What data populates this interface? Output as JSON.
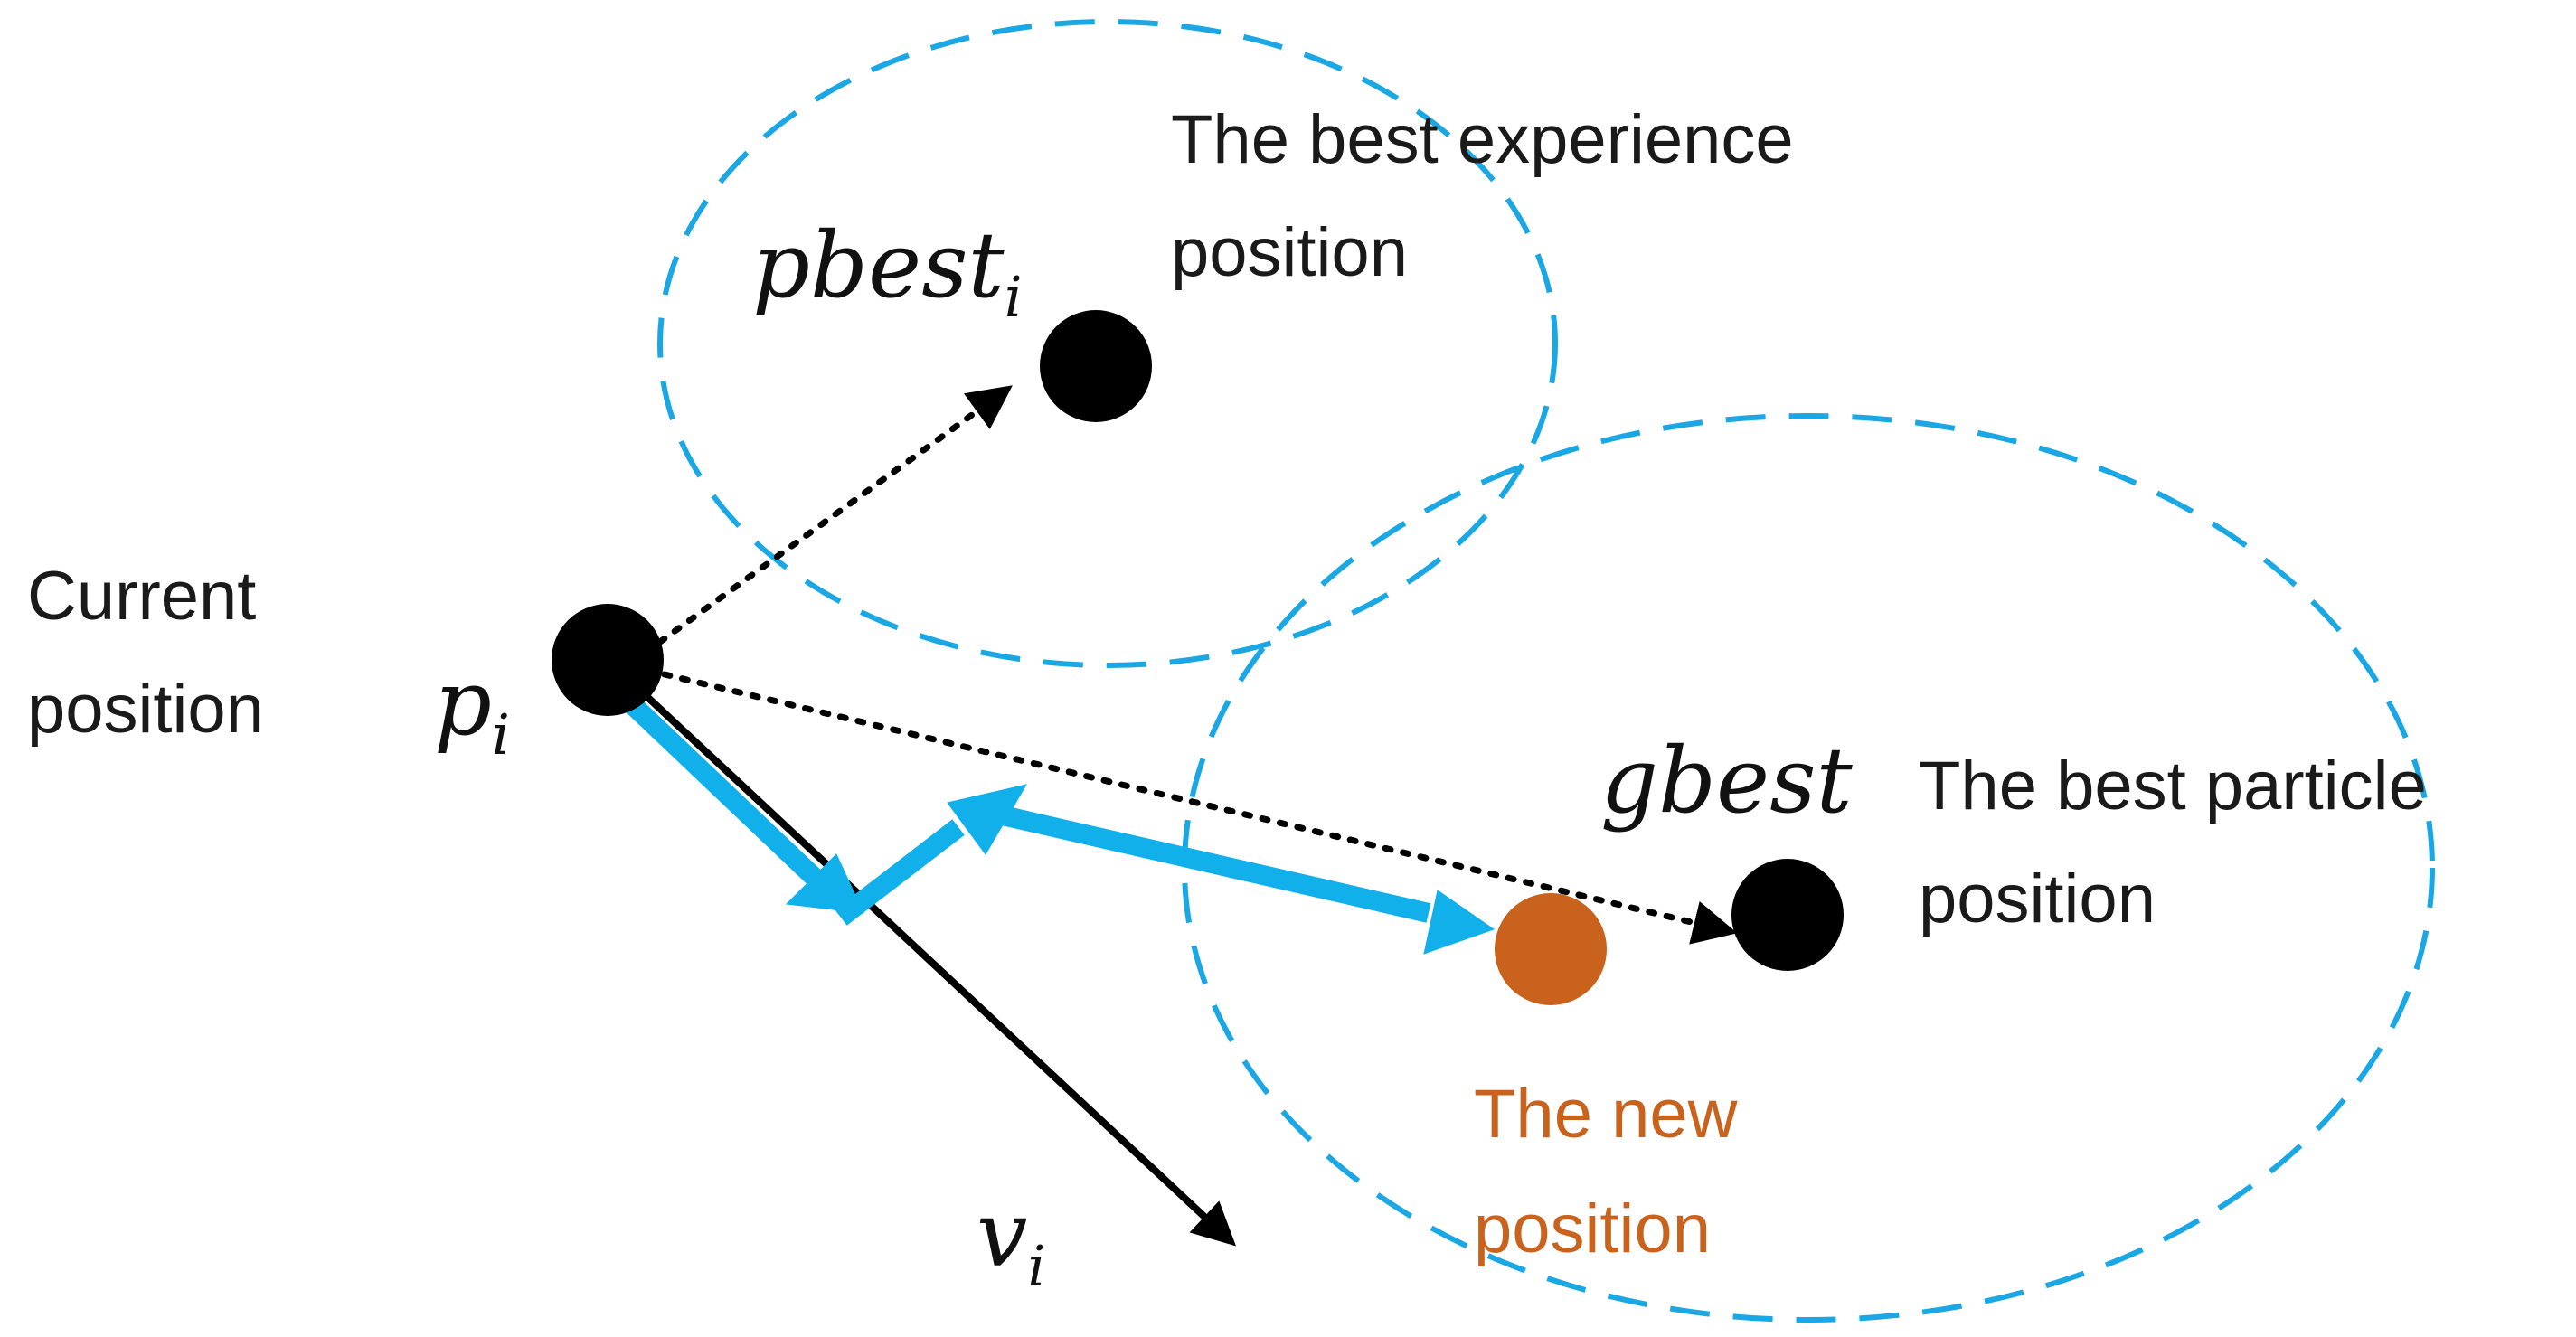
{
  "labels": {
    "current_line1": "Current",
    "current_line2": "position",
    "pbest_line1": "The best experience",
    "pbest_line2": "position",
    "gbest_line1": "The best particle",
    "gbest_line2": "position",
    "new_line1": "The new",
    "new_line2": "position"
  },
  "math": {
    "p_main": "p",
    "p_sub": "i",
    "pbest_main": "pbest",
    "pbest_sub": "i",
    "gbest": "gbest",
    "v_main": "v",
    "v_sub": "i"
  },
  "colors": {
    "ellipse": "#1aa7e3",
    "blue_path": "#12b0ea",
    "new_point": "#c8621c",
    "points": "#000000",
    "new_label": "#c8621c"
  }
}
